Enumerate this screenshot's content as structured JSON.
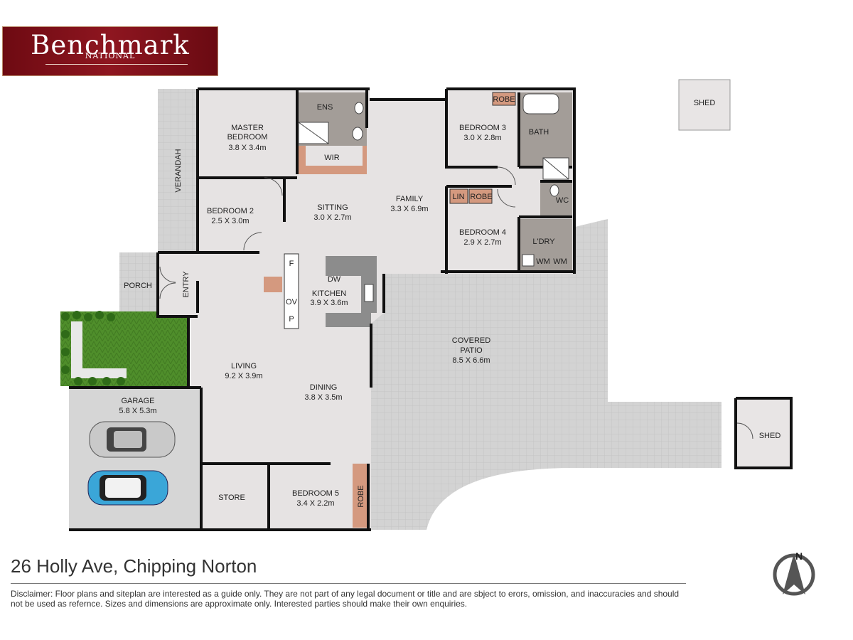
{
  "logo": {
    "brand": "Benchmark",
    "sub": "NATIONAL"
  },
  "rooms": {
    "master_bedroom": {
      "name1": "MASTER",
      "name2": "BEDROOM",
      "dim": "3.8 X 3.4m"
    },
    "ens": {
      "name": "ENS"
    },
    "wir": {
      "name": "WIR"
    },
    "bedroom3": {
      "name": "BEDROOM 3",
      "dim": "3.0 X 2.8m"
    },
    "robe_b3": {
      "name": "ROBE"
    },
    "bath": {
      "name": "BATH"
    },
    "verandah": {
      "name": "VERANDAH"
    },
    "bedroom2": {
      "name": "BEDROOM 2",
      "dim": "2.5 X 3.0m"
    },
    "sitting": {
      "name": "SITTING",
      "dim": "3.0 X 2.7m"
    },
    "family": {
      "name": "FAMILY",
      "dim": "3.3 X 6.9m"
    },
    "lin": {
      "name": "LIN"
    },
    "robe_b4": {
      "name": "ROBE"
    },
    "wc": {
      "name": "WC"
    },
    "bedroom4": {
      "name": "BEDROOM 4",
      "dim": "2.9 X 2.7m"
    },
    "ldry": {
      "name": "L'DRY"
    },
    "wm1": {
      "name": "WM"
    },
    "wm2": {
      "name": "WM"
    },
    "porch": {
      "name": "PORCH"
    },
    "entry": {
      "name": "ENTRY"
    },
    "kitchen": {
      "name": "KITCHEN",
      "dim": "3.9 X 3.6m"
    },
    "dw": {
      "name": "DW"
    },
    "f": {
      "name": "F"
    },
    "ov": {
      "name": "OV"
    },
    "p": {
      "name": "P"
    },
    "covered_patio": {
      "name1": "COVERED",
      "name2": "PATIO",
      "dim": "8.5 X 6.6m"
    },
    "living": {
      "name": "LIVING",
      "dim": "9.2 X 3.9m"
    },
    "dining": {
      "name": "DINING",
      "dim": "3.8 X 3.5m"
    },
    "garage": {
      "name": "GARAGE",
      "dim": "5.8 X 5.3m"
    },
    "store": {
      "name": "STORE"
    },
    "bedroom5": {
      "name": "BEDROOM 5",
      "dim": "3.4 X 2.2m"
    },
    "robe_b5": {
      "name": "ROBE"
    },
    "shed_top": {
      "name": "SHED"
    },
    "shed_bottom": {
      "name": "SHED"
    }
  },
  "compass": {
    "letter": "N"
  },
  "address": "26 Holly Ave, Chipping Norton",
  "disclaimer": "Disclaimer: Floor plans and siteplan are interested as a guide only. They are not part of any legal document or title and are sbject to erors, omission, and inaccuracies and should not be used as refernce. Sizes and dimensions are approximate only. Interested parties should make their own enquiries.",
  "colors": {
    "wall": "#111111",
    "floor": "#e6e3e3",
    "wet_area": "#a09a95",
    "robe": "#d49a80",
    "lawn": "#4e8f2a",
    "paving": "#d0d0d0",
    "brand": "#8a1620"
  }
}
